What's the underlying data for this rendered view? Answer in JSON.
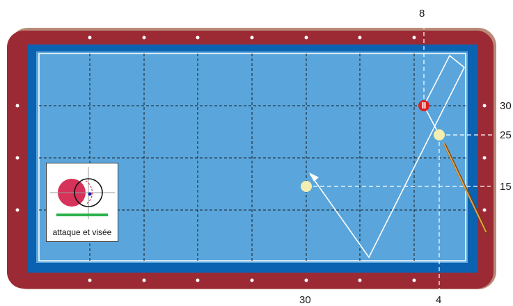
{
  "diagram": {
    "labels": {
      "top_diamond": "8",
      "right_30": "30",
      "right_25": "25",
      "right_15": "15",
      "bottom_30": "30",
      "bottom_4": "4"
    },
    "legend_caption": "attaque et visée",
    "colors": {
      "rail": "#9b2a35",
      "rail_edge": "#b98a78",
      "cushion": "#0a62b0",
      "cloth": "#5aa6dc",
      "red_ball": "#e02020",
      "cue_ball": "#f4efb0",
      "path": "#ffffff"
    }
  }
}
